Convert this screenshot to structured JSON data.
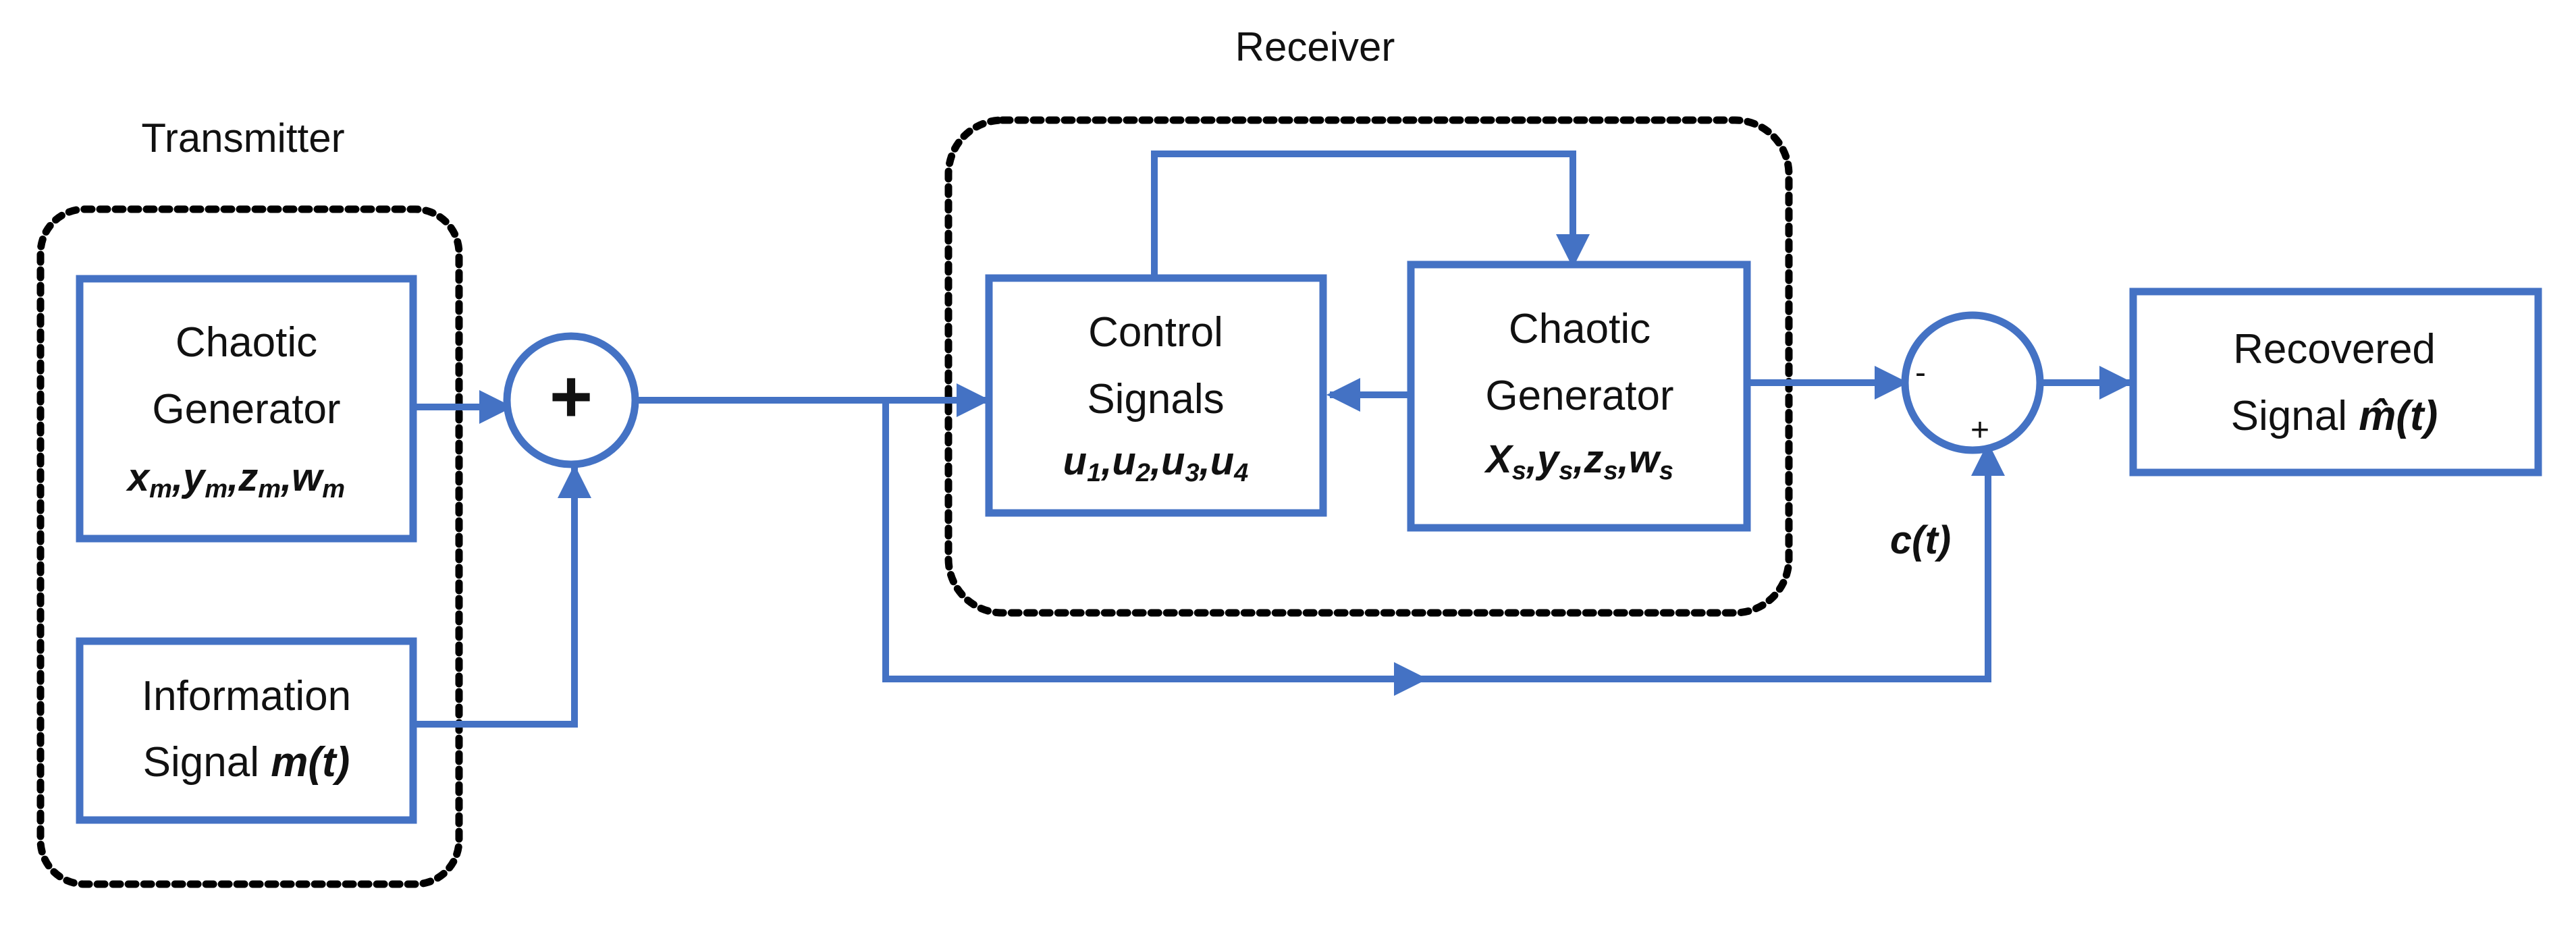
{
  "diagram": {
    "transmitter": {
      "title": "Transmitter",
      "chaotic_generator": {
        "line1": "Chaotic",
        "line2": "Generator",
        "vars": "xm,ym,zm,wm"
      },
      "information_signal": {
        "line1": "Information",
        "line2_prefix": "Signal ",
        "line2_symbol": "m(t)"
      }
    },
    "adder": {
      "symbol": "+"
    },
    "receiver": {
      "title": "Receiver",
      "control_signals": {
        "line1": "Control",
        "line2": "Signals",
        "vars": "u1,u2,u3,u4"
      },
      "chaotic_generator": {
        "line1": "Chaotic",
        "line2": "Generator",
        "vars": "Xs,ys,zs,ws"
      }
    },
    "comparator": {
      "minus_sign": "-",
      "plus_sign": "+"
    },
    "carrier_label": "c(t)",
    "recovered_signal": {
      "line1": "Recovered",
      "line2_prefix": "Signal ",
      "line2_symbol": "m̂(t)"
    },
    "colors": {
      "block_stroke": "#4472C4",
      "region_border": "#000000",
      "text": "#111111"
    }
  }
}
